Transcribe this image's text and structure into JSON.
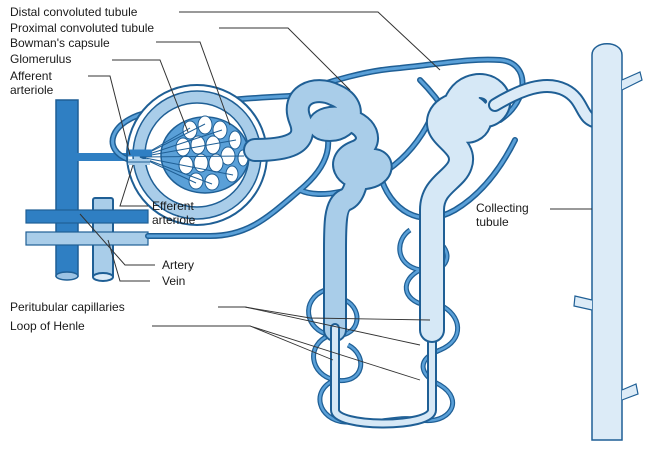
{
  "labels": {
    "distal": "Distal convoluted tubule",
    "proximal": "Proximal convoluted tubule",
    "bowman": "Bowman's  capsule",
    "glomerulus": "Glomerulus",
    "afferent_1": "Afferent",
    "afferent_2": "arteriole",
    "efferent_1": "Efferent",
    "efferent_2": "arteriole",
    "artery": "Artery",
    "vein": "Vein",
    "peritubular": "Peritubular capillaries",
    "loop": "Loop of Henle",
    "collecting_1": "Collecting",
    "collecting_2": "tubule"
  },
  "colors": {
    "artery_blue": "#2f7fc3",
    "dark_outline": "#1f5f95",
    "tubule_fill": "#a9cde9",
    "light_fill": "#d6e8f6",
    "duct_fill": "#dcebf7",
    "label_text": "#1a1a1a",
    "leader_line": "#333333"
  },
  "icons": {
    "glomerulus": "capillary-tuft-mesh"
  }
}
